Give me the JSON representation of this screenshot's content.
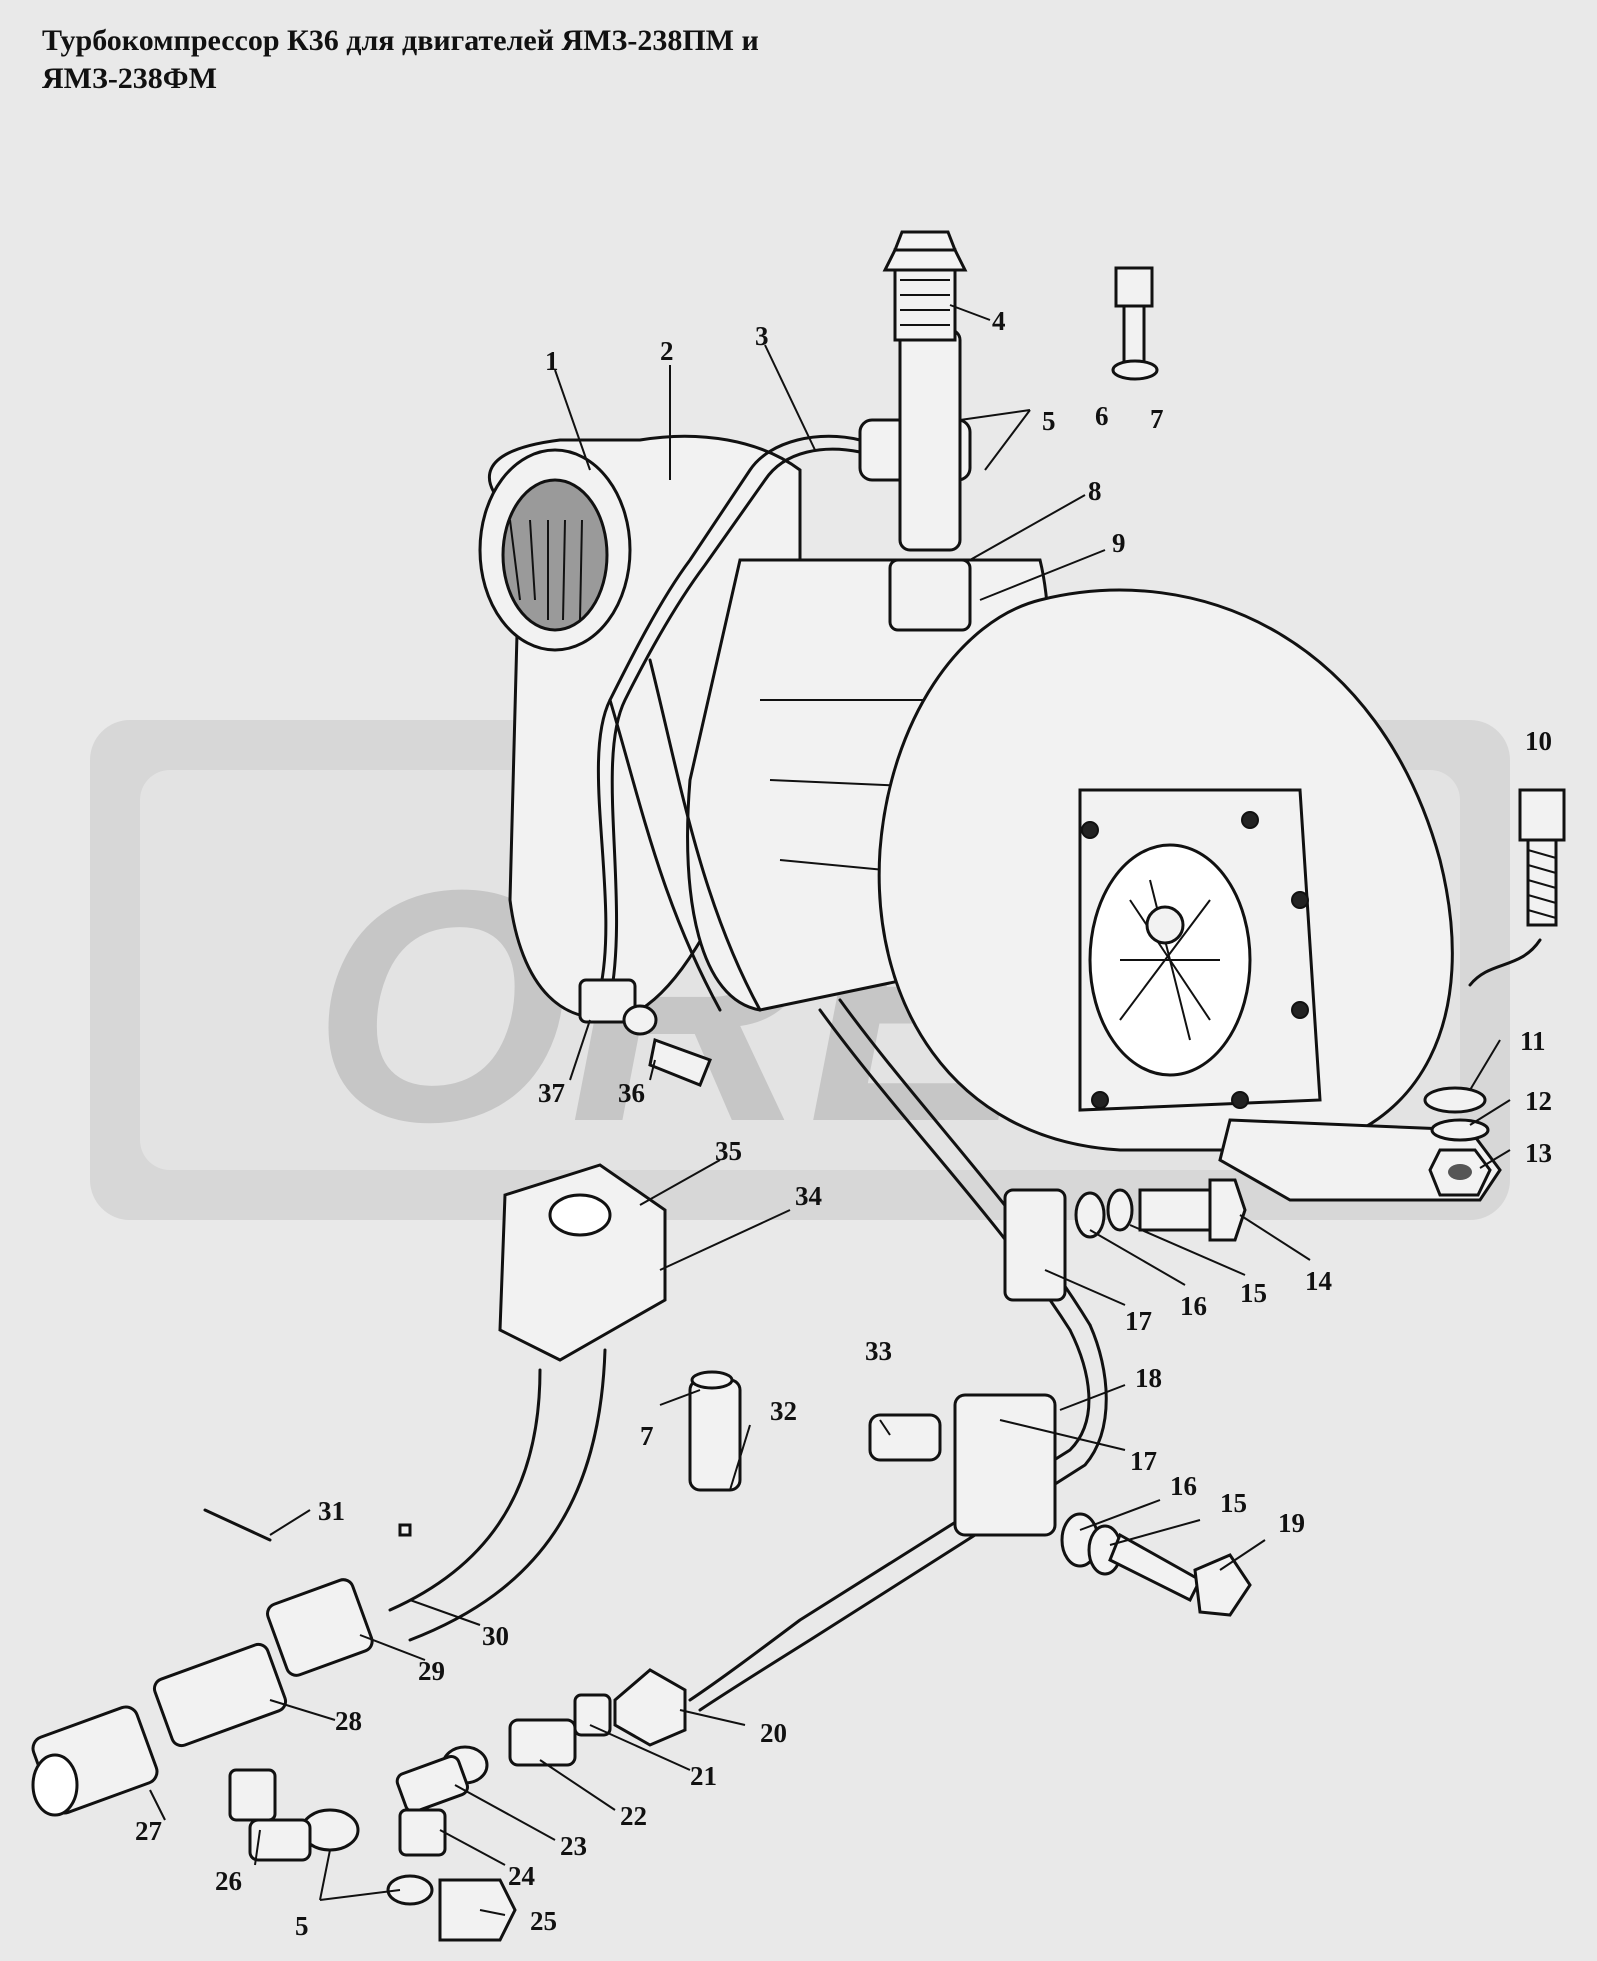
{
  "title": {
    "line1": "Турбокомпрессор К36 для двигателей ЯМЗ-238ПМ и",
    "line2": "ЯМЗ-238ФМ"
  },
  "callouts": [
    {
      "id": "c1",
      "text": "1"
    },
    {
      "id": "c2",
      "text": "2"
    },
    {
      "id": "c3",
      "text": "3"
    },
    {
      "id": "c4",
      "text": "4"
    },
    {
      "id": "c5a",
      "text": "5"
    },
    {
      "id": "c6",
      "text": "6"
    },
    {
      "id": "c7a",
      "text": "7"
    },
    {
      "id": "c8",
      "text": "8"
    },
    {
      "id": "c9",
      "text": "9"
    },
    {
      "id": "c10",
      "text": "10"
    },
    {
      "id": "c11",
      "text": "11"
    },
    {
      "id": "c12",
      "text": "12"
    },
    {
      "id": "c13",
      "text": "13"
    },
    {
      "id": "c14",
      "text": "14"
    },
    {
      "id": "c15a",
      "text": "15"
    },
    {
      "id": "c16a",
      "text": "16"
    },
    {
      "id": "c17a",
      "text": "17"
    },
    {
      "id": "c18",
      "text": "18"
    },
    {
      "id": "c17b",
      "text": "17"
    },
    {
      "id": "c16b",
      "text": "16"
    },
    {
      "id": "c15b",
      "text": "15"
    },
    {
      "id": "c19",
      "text": "19"
    },
    {
      "id": "c20",
      "text": "20"
    },
    {
      "id": "c21",
      "text": "21"
    },
    {
      "id": "c22",
      "text": "22"
    },
    {
      "id": "c23",
      "text": "23"
    },
    {
      "id": "c24",
      "text": "24"
    },
    {
      "id": "c25",
      "text": "25"
    },
    {
      "id": "c5b",
      "text": "5"
    },
    {
      "id": "c26",
      "text": "26"
    },
    {
      "id": "c27",
      "text": "27"
    },
    {
      "id": "c28",
      "text": "28"
    },
    {
      "id": "c29",
      "text": "29"
    },
    {
      "id": "c30",
      "text": "30"
    },
    {
      "id": "c31",
      "text": "31"
    },
    {
      "id": "c32",
      "text": "32"
    },
    {
      "id": "c7b",
      "text": "7"
    },
    {
      "id": "c33",
      "text": "33"
    },
    {
      "id": "c34",
      "text": "34"
    },
    {
      "id": "c35",
      "text": "35"
    },
    {
      "id": "c36",
      "text": "36"
    },
    {
      "id": "c37",
      "text": "37"
    }
  ],
  "watermark": {
    "text": "OREX"
  }
}
